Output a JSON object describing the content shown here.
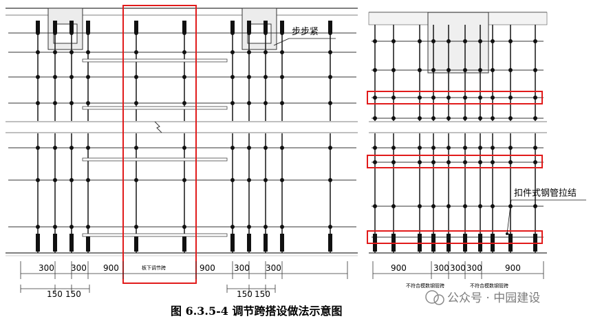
{
  "labels": {
    "step_tight": "步步紧",
    "coupler_tie": "扣件式钢管拉结",
    "under_slab_span": "板下调节跨",
    "not_matching_a": "不符合模数钢管跨",
    "not_matching_b": "不符合模数钢管跨"
  },
  "left_dims": {
    "top": [
      "300",
      "300",
      "900",
      "900",
      "300",
      "300"
    ],
    "bottom": [
      "150",
      "150",
      "150",
      "150"
    ]
  },
  "right_dims": {
    "top": [
      "900",
      "300",
      "300",
      "300",
      "900"
    ]
  },
  "caption": "图 6.3.5-4   调节跨搭设做法示意图",
  "watermark": "公众号 · 中园建设",
  "colors": {
    "highlight": "#e11a1a",
    "line": "#1a1a1a"
  }
}
